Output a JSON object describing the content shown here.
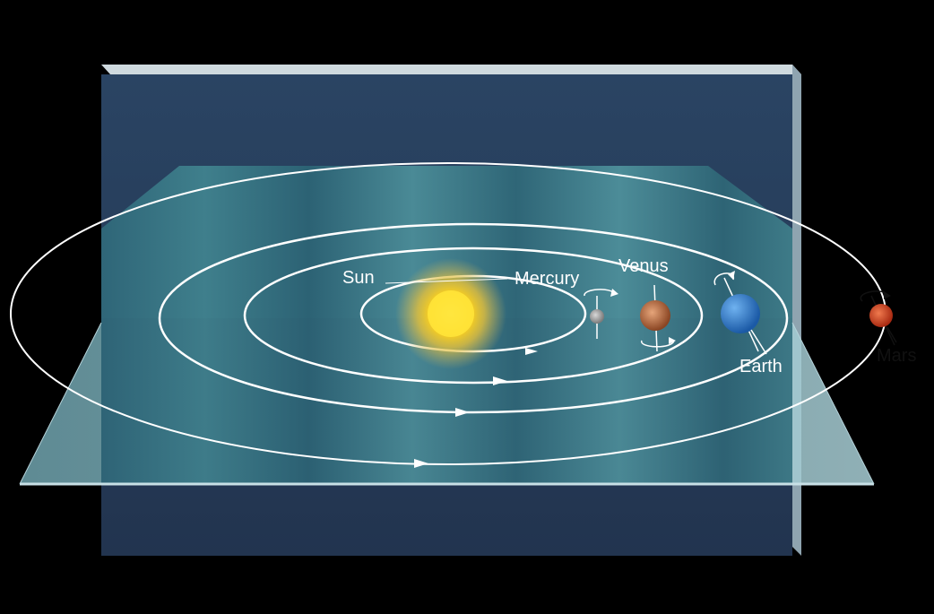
{
  "labels": {
    "sun": "Sun",
    "mercury": "Mercury",
    "venus": "Venus",
    "earth": "Earth",
    "mars": "Mars"
  },
  "colors": {
    "background": "#000000",
    "back_panel": "#253a56",
    "plane": "#5f98a3",
    "orbit": "#ffffff",
    "sun_core": "#ffd81a",
    "mercury": "#9a9a9a",
    "venus": "#b86b3c",
    "earth": "#2d76c6",
    "mars": "#c03a1c"
  }
}
